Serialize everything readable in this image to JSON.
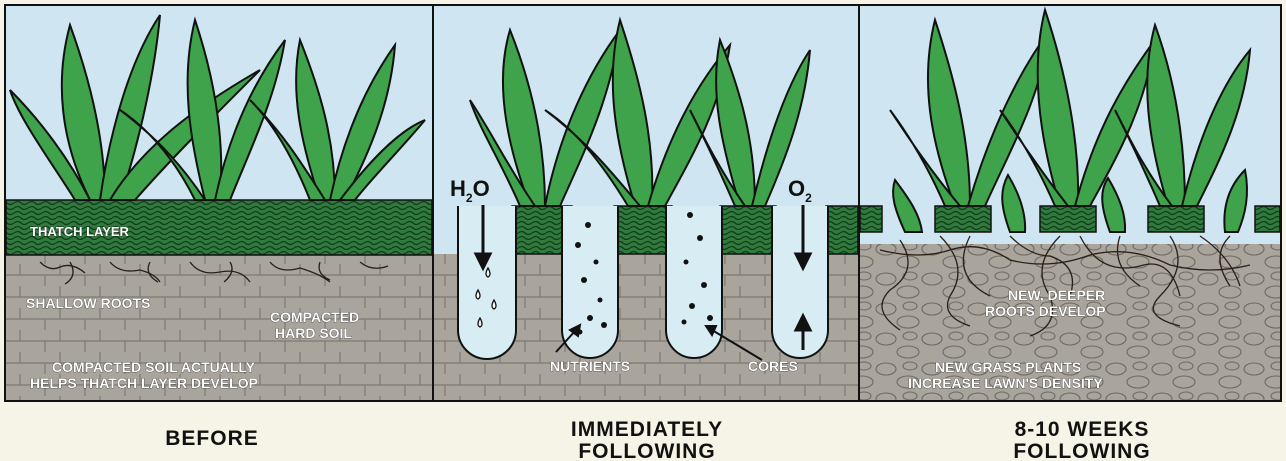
{
  "panels": {
    "before": {
      "caption": "BEFORE",
      "thatch_label": "THATCH LAYER",
      "roots_label": "SHALLOW ROOTS",
      "compacted_line1": "COMPACTED",
      "compacted_line2": "HARD SOIL",
      "note_line1": "COMPACTED SOIL ACTUALLY",
      "note_line2": "HELPS THATCH LAYER DEVELOP"
    },
    "immediately": {
      "caption_line1": "IMMEDIATELY",
      "caption_line2": "FOLLOWING",
      "water_label": "H",
      "water_sub": "2",
      "water_label_end": "O",
      "oxygen_label": "O",
      "oxygen_sub": "2",
      "nutrients_label": "NUTRIENTS",
      "cores_label": "CORES"
    },
    "weeks": {
      "caption_line1": "8-10 WEEKS",
      "caption_line2": "FOLLOWING",
      "roots_line1": "NEW, DEEPER",
      "roots_line2": "ROOTS DEVELOP",
      "grass_line1": "NEW GRASS PLANTS",
      "grass_line2": "INCREASE LAWN'S DENSITY"
    }
  },
  "colors": {
    "sky": "#cfe6f2",
    "soil": "#a8a29a",
    "thatch": "#2f7a3c",
    "grass": "#3ea34a",
    "outline": "#1a1a1a",
    "hole": "#d8ecf4"
  }
}
